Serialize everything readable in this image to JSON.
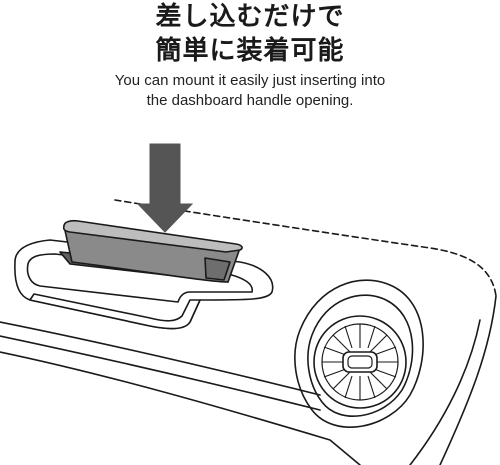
{
  "headline": {
    "line1": "差し込むだけで",
    "line2": "簡単に装着可能"
  },
  "caption": {
    "line1": "You can mount it easily just inserting into",
    "line2": "the dashboard handle opening."
  },
  "colors": {
    "line": "#1a1a1a",
    "arrow": "#555555",
    "tray_fill": "#8a8a8a",
    "background": "#ffffff"
  },
  "icons": {
    "insert_arrow": "down-arrow-icon",
    "air_vent": "air-vent-icon"
  }
}
